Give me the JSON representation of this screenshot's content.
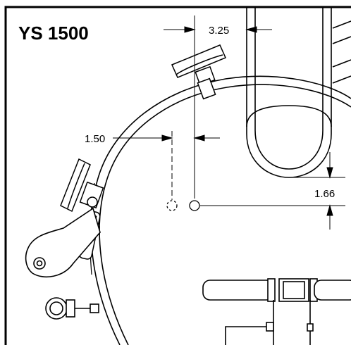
{
  "title": "YS 1500",
  "dimensions": {
    "top": "3.25",
    "left": "1.50",
    "right": "1.66"
  }
}
